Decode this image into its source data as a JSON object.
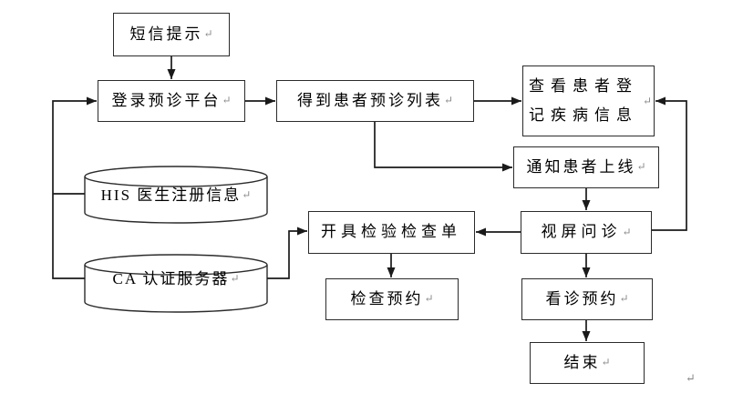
{
  "diagram": {
    "title_hint": "telemedicine pre-diagnosis doctor workflow flowchart",
    "colors": {
      "background": "#ffffff",
      "line": "#1a1a1a",
      "box_border": "#2b2b2b",
      "text": "#000000",
      "return_mark": "#8a8a8a"
    },
    "nodes": [
      {
        "id": "sms",
        "shape": "rect",
        "label": "短信提示",
        "mark": "↵"
      },
      {
        "id": "login",
        "shape": "rect",
        "label": "登录预诊平台",
        "mark": "↵"
      },
      {
        "id": "list",
        "shape": "rect",
        "label": "得到患者预诊列表",
        "mark": "↵"
      },
      {
        "id": "view",
        "shape": "rect",
        "label": "查看患者登记疾病信息",
        "mark": "↵"
      },
      {
        "id": "notify",
        "shape": "rect",
        "label": "通知患者上线",
        "mark": "↵"
      },
      {
        "id": "video",
        "shape": "rect",
        "label": "视屏问诊",
        "mark": "↵"
      },
      {
        "id": "order",
        "shape": "rect",
        "label": "开具检验检查单",
        "mark": ""
      },
      {
        "id": "exam_appt",
        "shape": "rect",
        "label": "检查预约",
        "mark": "↵"
      },
      {
        "id": "visit_appt",
        "shape": "rect",
        "label": "看诊预约",
        "mark": "↵"
      },
      {
        "id": "end",
        "shape": "rect",
        "label": "结束",
        "mark": "↵"
      },
      {
        "id": "his_db",
        "shape": "cylinder",
        "label": "HIS 医生注册信息",
        "mark": "↵"
      },
      {
        "id": "ca_db",
        "shape": "cylinder",
        "label": "CA 认证服务器",
        "mark": "↵"
      }
    ],
    "edges": [
      {
        "from": "短信提示",
        "to": "登录预诊平台"
      },
      {
        "from": "HIS 医生注册信息",
        "to": "登录预诊平台"
      },
      {
        "from": "CA 认证服务器",
        "to": "登录预诊平台"
      },
      {
        "from": "登录预诊平台",
        "to": "得到患者预诊列表"
      },
      {
        "from": "得到患者预诊列表",
        "to": "查看患者登记疾病信息"
      },
      {
        "from": "得到患者预诊列表",
        "to": "通知患者上线"
      },
      {
        "from": "通知患者上线",
        "to": "视屏问诊"
      },
      {
        "from": "视屏问诊",
        "to": "查看患者登记疾病信息"
      },
      {
        "from": "视屏问诊",
        "to": "开具检验检查单"
      },
      {
        "from": "CA 认证服务器",
        "to": "开具检验检查单"
      },
      {
        "from": "开具检验检查单",
        "to": "检查预约"
      },
      {
        "from": "视屏问诊",
        "to": "看诊预约"
      },
      {
        "from": "看诊预约",
        "to": "结束"
      }
    ],
    "stray_return_mark": "↵"
  }
}
